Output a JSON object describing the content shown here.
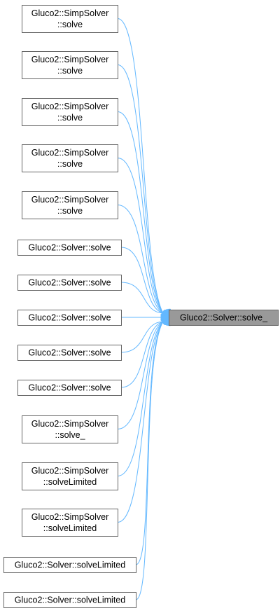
{
  "diagram": {
    "target": {
      "lines": [
        "Gluco2::Solver::solve_"
      ]
    },
    "callers": [
      {
        "lines": [
          "Gluco2::SimpSolver",
          "::solve"
        ]
      },
      {
        "lines": [
          "Gluco2::SimpSolver",
          "::solve"
        ]
      },
      {
        "lines": [
          "Gluco2::SimpSolver",
          "::solve"
        ]
      },
      {
        "lines": [
          "Gluco2::SimpSolver",
          "::solve"
        ]
      },
      {
        "lines": [
          "Gluco2::SimpSolver",
          "::solve"
        ]
      },
      {
        "lines": [
          "Gluco2::Solver::solve"
        ]
      },
      {
        "lines": [
          "Gluco2::Solver::solve"
        ]
      },
      {
        "lines": [
          "Gluco2::Solver::solve"
        ]
      },
      {
        "lines": [
          "Gluco2::Solver::solve"
        ]
      },
      {
        "lines": [
          "Gluco2::Solver::solve"
        ]
      },
      {
        "lines": [
          "Gluco2::SimpSolver",
          "::solve_"
        ]
      },
      {
        "lines": [
          "Gluco2::SimpSolver",
          "::solveLimited"
        ]
      },
      {
        "lines": [
          "Gluco2::SimpSolver",
          "::solveLimited"
        ]
      },
      {
        "lines": [
          "Gluco2::Solver::solveLimited"
        ]
      },
      {
        "lines": [
          "Gluco2::Solver::solveLimited"
        ]
      }
    ],
    "colors": {
      "edge": "#63b8ff",
      "node_border": "#666666",
      "node_fill": "#ffffff",
      "focus_fill": "#999999"
    }
  }
}
